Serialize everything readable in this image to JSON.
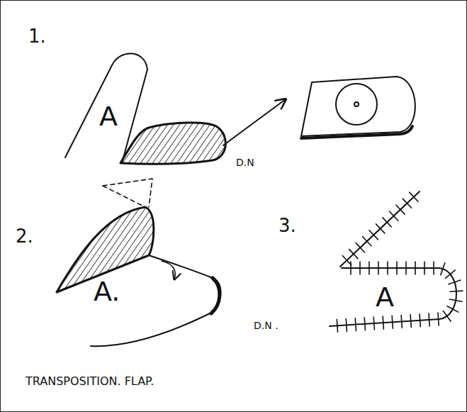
{
  "diagram": {
    "caption": "TRANSPOSITION. FLAP.",
    "labels": [
      "1.",
      "A",
      "D.N",
      "2.",
      "A.",
      "3.",
      "A",
      "D.N ."
    ]
  }
}
